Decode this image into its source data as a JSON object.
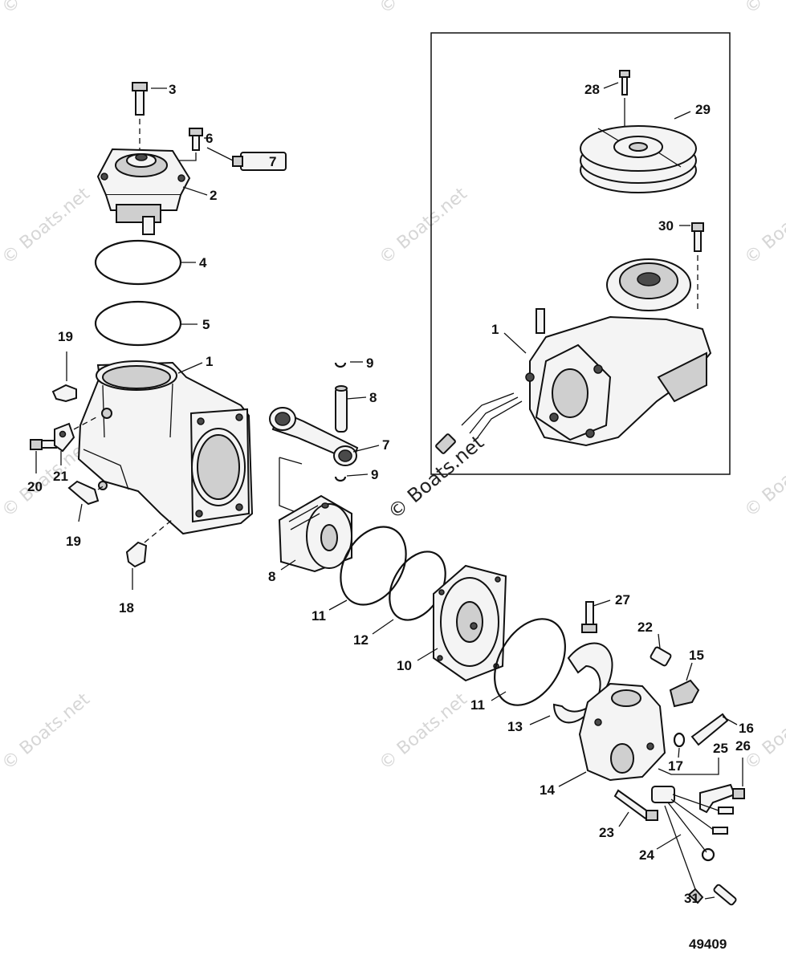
{
  "diagram": {
    "figure_number": "49409",
    "watermark_text": "© Boats.net",
    "callouts": {
      "c1_left": "1",
      "c1_inset": "1",
      "c2": "2",
      "c3": "3",
      "c4": "4",
      "c5": "5",
      "c6": "6",
      "c7": "7",
      "c7_tube": "7",
      "c8_pin": "8",
      "c8_piston": "8",
      "c9_top": "9",
      "c9_bottom": "9",
      "c10": "10",
      "c11_a": "11",
      "c11_b": "11",
      "c12": "12",
      "c13": "13",
      "c14": "14",
      "c15": "15",
      "c16": "16",
      "c17": "17",
      "c18": "18",
      "c19_top": "19",
      "c19_bottom": "19",
      "c20": "20",
      "c21": "21",
      "c22": "22",
      "c23": "23",
      "c24": "24",
      "c25": "25",
      "c26": "26",
      "c27": "27",
      "c28": "28",
      "c29": "29",
      "c30": "30",
      "c31": "31"
    }
  }
}
